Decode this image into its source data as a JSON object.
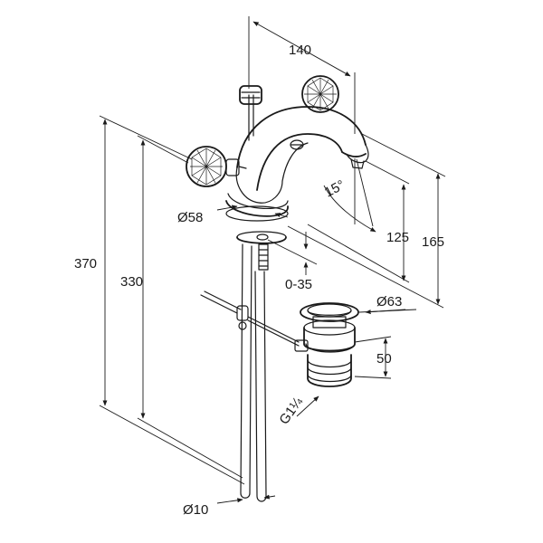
{
  "dimensions": {
    "width_140": "140",
    "height_370": "370",
    "height_330": "330",
    "diameter_58": "Ø58",
    "angle_15": "15°",
    "height_125": "125",
    "height_165": "165",
    "range_0_35": "0-35",
    "diameter_63": "Ø63",
    "height_50": "50",
    "thread_g114": "G1¼",
    "diameter_10": "Ø10"
  }
}
